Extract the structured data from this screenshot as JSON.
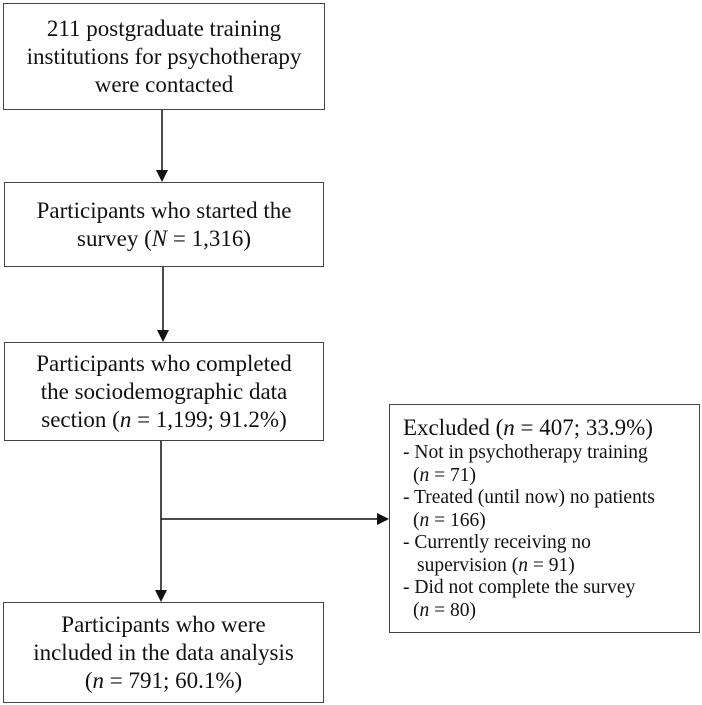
{
  "flowchart": {
    "box_contacted": {
      "lines": [
        "211 postgraduate training",
        "institutions for psychotherapy",
        "were contacted"
      ]
    },
    "box_started": {
      "line1": "Participants who started the",
      "line2_pre": "survey (",
      "line2_var": "N",
      "line2_post": " = 1,316)"
    },
    "box_completed": {
      "line1": "Participants who completed",
      "line2": "the sociodemographic data",
      "line3_pre": "section (",
      "line3_var": "n",
      "line3_post": " = 1,199; 91.2%)"
    },
    "box_excluded": {
      "head_pre": "Excluded (",
      "head_var": "n",
      "head_post": " = 407; 33.9%)",
      "items": [
        {
          "label": "- Not in psychotherapy training",
          "count_pre": "(",
          "var": "n",
          "count_post": " = 71)"
        },
        {
          "label": "- Treated (until now) no patients",
          "count_pre": "(",
          "var": "n",
          "count_post": " = 166)"
        },
        {
          "label": "- Currently receiving no",
          "count_pre": "supervision (",
          "var": "n",
          "count_post": " = 91)"
        },
        {
          "label": "- Did not complete the survey",
          "count_pre": "(",
          "var": "n",
          "count_post": " = 80)"
        }
      ]
    },
    "box_included": {
      "line1": "Participants who were",
      "line2": "included in the data analysis",
      "line3_pre": "(",
      "line3_var": "n",
      "line3_post": " = 791; 60.1%)"
    },
    "colors": {
      "border": "#444444",
      "arrow": "#111111",
      "background": "#ffffff"
    }
  }
}
